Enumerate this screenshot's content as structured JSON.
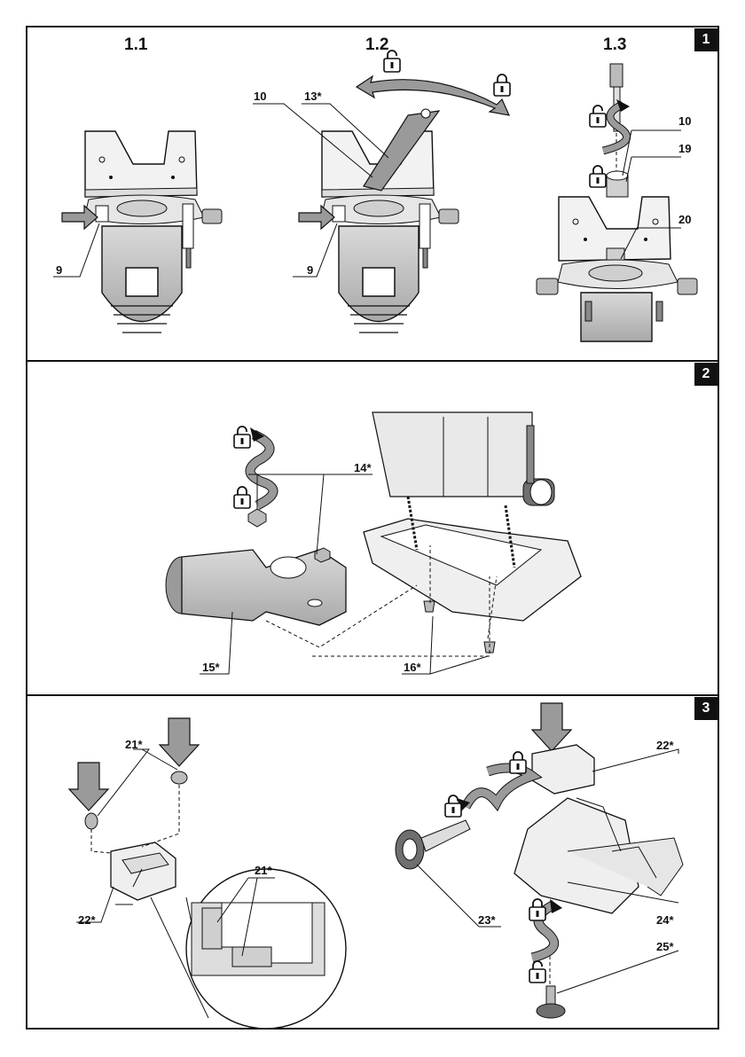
{
  "panels": [
    {
      "number": "1"
    },
    {
      "number": "2"
    },
    {
      "number": "3"
    }
  ],
  "steps": {
    "s11": "1.1",
    "s12": "1.2",
    "s13": "1.3"
  },
  "callouts": {
    "p1_9a": "9",
    "p1_9b": "9",
    "p1_10a": "10",
    "p1_13": "13*",
    "p1_10b": "10",
    "p1_19": "19",
    "p1_20": "20",
    "p2_14": "14*",
    "p2_15": "15*",
    "p2_16": "16*",
    "p3_21a": "21*",
    "p3_21b": "21*",
    "p3_22a": "22*",
    "p3_22b": "22*",
    "p3_23": "23*",
    "p3_24": "24*",
    "p3_25": "25*"
  },
  "icons": [
    "lock-open-icon",
    "lock-closed-icon",
    "push-arrow-icon",
    "rotate-arrow-icon",
    "down-arrow-icon"
  ]
}
